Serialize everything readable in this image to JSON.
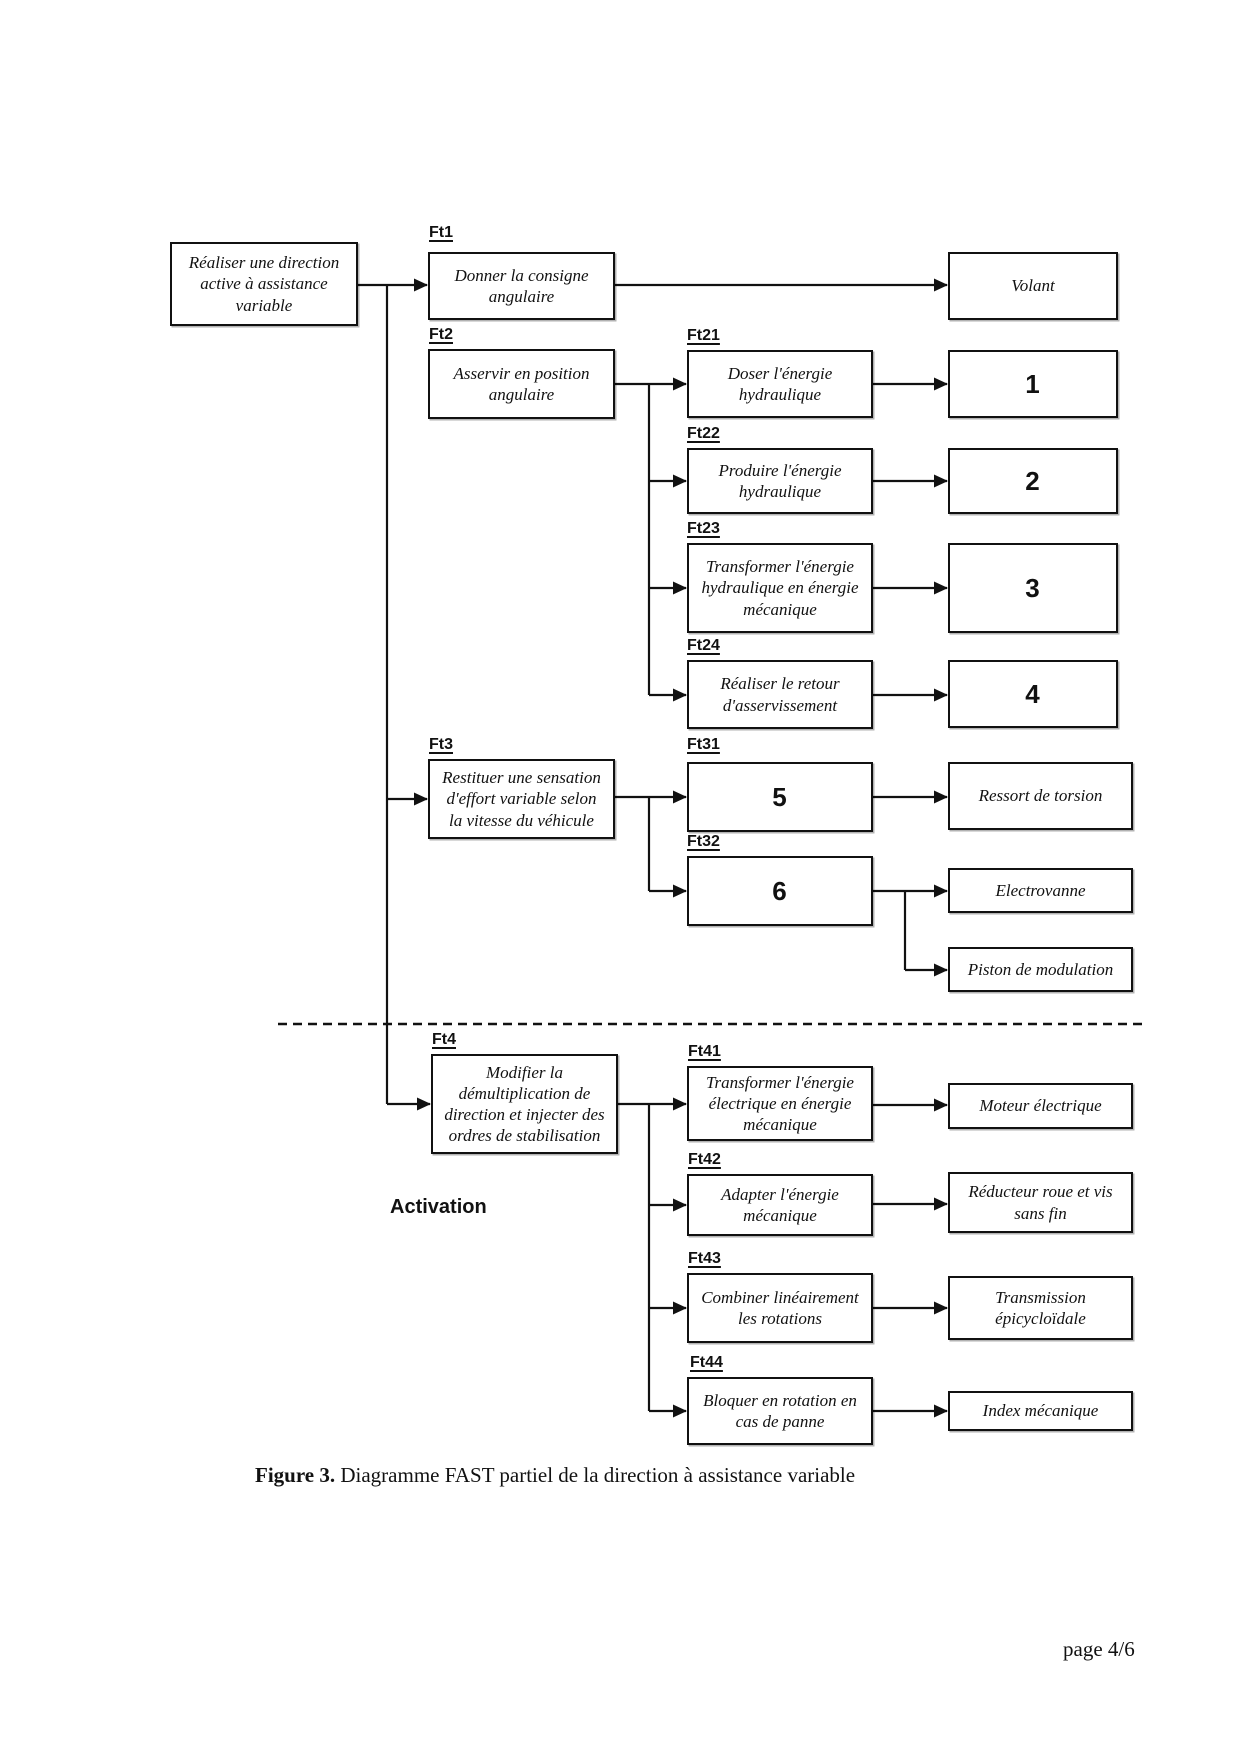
{
  "page": {
    "activation_label": "Activation",
    "caption_prefix": "Figure 3.",
    "caption_text": " Diagramme FAST partiel de la direction à assistance variable",
    "page_number": "page 4/6"
  },
  "tags": {
    "ft1": "Ft1",
    "ft2": "Ft2",
    "ft3": "Ft3",
    "ft4": "Ft4",
    "ft21": "Ft21",
    "ft22": "Ft22",
    "ft23": "Ft23",
    "ft24": "Ft24",
    "ft31": "Ft31",
    "ft32": "Ft32",
    "ft41": "Ft41",
    "ft42": "Ft42",
    "ft43": "Ft43",
    "ft44": "Ft44"
  },
  "nodes": {
    "root": "Réaliser une direction\nactive à assistance\nvariable",
    "ft1": "Donner la consigne\nangulaire",
    "ft2": "Asservir en position\nangulaire",
    "ft3": "Restituer une sensation\nd'effort variable selon\nla vitesse du véhicule",
    "ft4": "Modifier la\ndémultiplication de\ndirection et injecter des\nordres de stabilisation",
    "ft21": "Doser l'énergie\nhydraulique",
    "ft22": "Produire l'énergie\nhydraulique",
    "ft23": "Transformer l'énergie\nhydraulique en énergie\nmécanique",
    "ft24": "Réaliser le retour\nd'asservissement",
    "ft31": "5",
    "ft32": "6",
    "ft41": "Transformer l'énergie\nélectrique en énergie\nmécanique",
    "ft42": "Adapter l'énergie\nmécanique",
    "ft43": "Combiner linéairement\nles rotations",
    "ft44": "Bloquer en rotation en\ncas de panne",
    "sol_volant": "Volant",
    "sol_1": "1",
    "sol_2": "2",
    "sol_3": "3",
    "sol_4": "4",
    "sol_ressort": "Ressort de torsion",
    "sol_electrovanne": "Electrovanne",
    "sol_piston": "Piston de modulation",
    "sol_moteur": "Moteur électrique",
    "sol_reducteur": "Réducteur roue et vis\nsans fin",
    "sol_transmission": "Transmission\népicycloïdale",
    "sol_index": "Index mécanique"
  },
  "colors": {
    "line": "#111111",
    "background": "#ffffff"
  }
}
